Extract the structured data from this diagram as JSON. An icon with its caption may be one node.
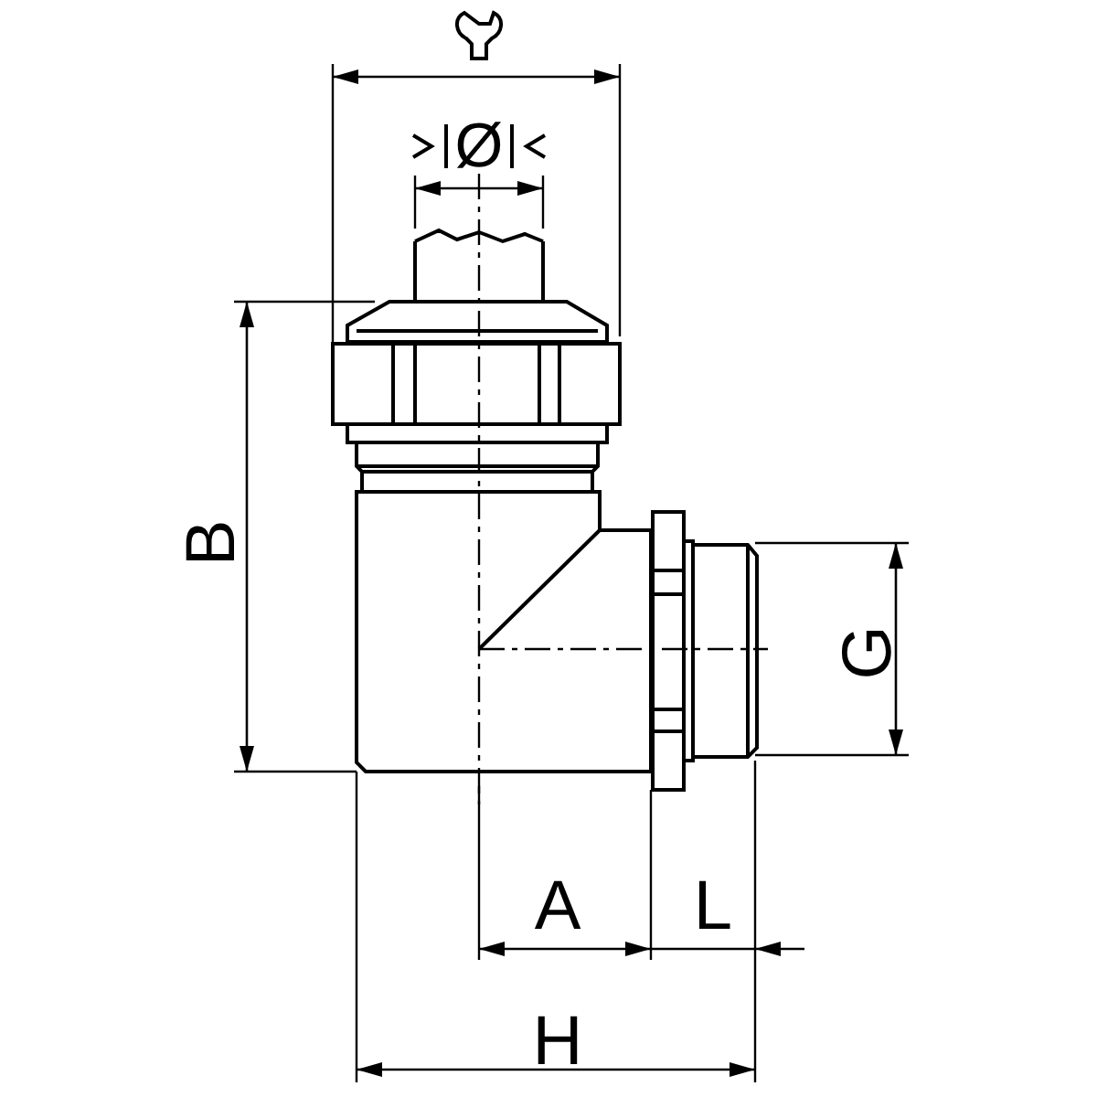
{
  "diagram": {
    "labels": [
      "Ø",
      "B",
      "G",
      "A",
      "L",
      "H"
    ]
  }
}
